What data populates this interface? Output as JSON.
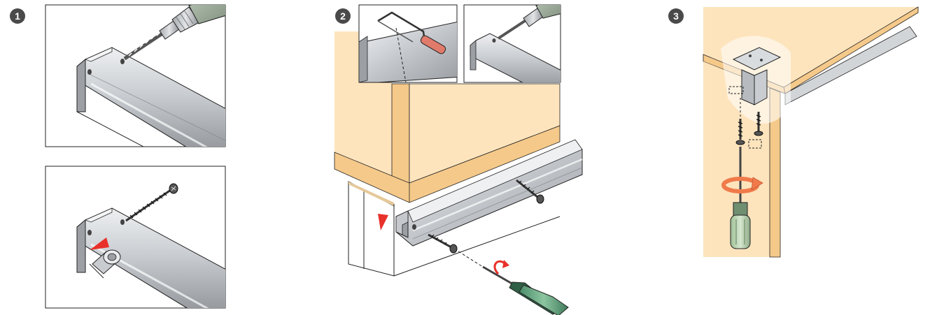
{
  "steps": [
    {
      "number": "1"
    },
    {
      "number": "2"
    },
    {
      "number": "3"
    }
  ],
  "colors": {
    "wood_face": "#fde4bd",
    "wood_edge": "#f5c98a",
    "metal_light": "#e4e6e8",
    "metal_mid": "#b7bbbf",
    "metal_dark": "#8d9196",
    "outline": "#222222",
    "arrow_red": "#e8312a",
    "rotate_orange": "#f07a4a",
    "handle_green": "#5fa07c",
    "handle_pale": "#b8d3b0",
    "saw_handle": "#e07a6a"
  },
  "icons": [
    "drill-icon",
    "screw-icon",
    "screwdriver-icon",
    "hacksaw-icon",
    "rotate-arrow-icon",
    "warning-triangle-icon"
  ]
}
